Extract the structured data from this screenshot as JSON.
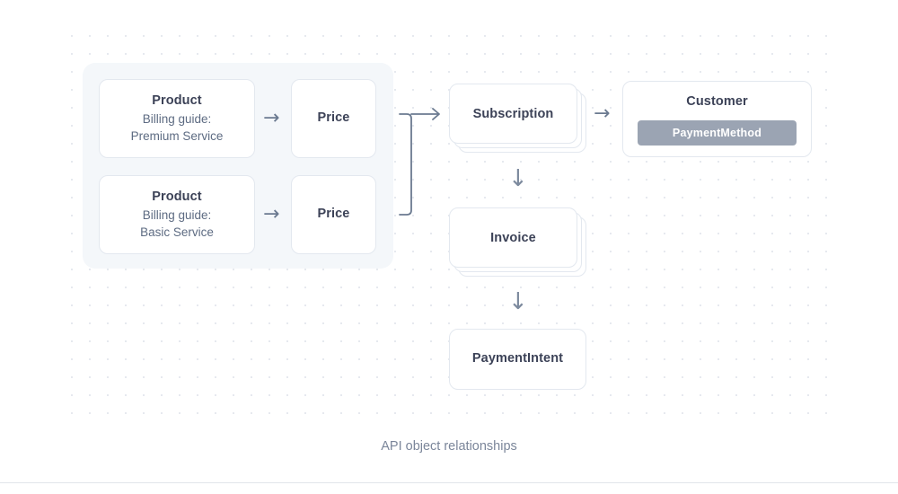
{
  "figure": {
    "caption": "API object relationships",
    "colors": {
      "card_border": "#e3e8ef",
      "card_bg": "#ffffff",
      "group_panel_bg": "#f4f7fa",
      "title_text": "#3c4257",
      "subtitle_text": "#5d6b82",
      "caption_text": "#7b869a",
      "badge_bg": "#9ba4b3",
      "badge_text": "#ffffff",
      "connector": "#6b7a90",
      "grid_dot": "#e6e9ef"
    }
  },
  "nodes": {
    "product_premium": {
      "title": "Product",
      "sub_line1": "Billing guide:",
      "sub_line2": "Premium Service"
    },
    "product_basic": {
      "title": "Product",
      "sub_line1": "Billing guide:",
      "sub_line2": "Basic Service"
    },
    "price_premium": {
      "title": "Price"
    },
    "price_basic": {
      "title": "Price"
    },
    "subscription": {
      "title": "Subscription",
      "stacked": true,
      "stack_count": 3
    },
    "invoice": {
      "title": "Invoice",
      "stacked": true,
      "stack_count": 3
    },
    "payment_intent": {
      "title": "PaymentIntent",
      "stacked": false
    },
    "customer": {
      "title": "Customer",
      "badge_label": "PaymentMethod"
    }
  },
  "connectors": {
    "product_premium_to_price": {
      "glyph": "→",
      "name": "arrow-right"
    },
    "product_basic_to_price": {
      "glyph": "→",
      "name": "arrow-right"
    },
    "prices_to_subscription": {
      "glyph": "bracket-arrow",
      "name": "bracket-right"
    },
    "subscription_to_customer": {
      "glyph": "→",
      "name": "arrow-right"
    },
    "subscription_to_invoice": {
      "glyph": "↓",
      "name": "arrow-down"
    },
    "invoice_to_payment_intent": {
      "glyph": "↓",
      "name": "arrow-down"
    }
  }
}
